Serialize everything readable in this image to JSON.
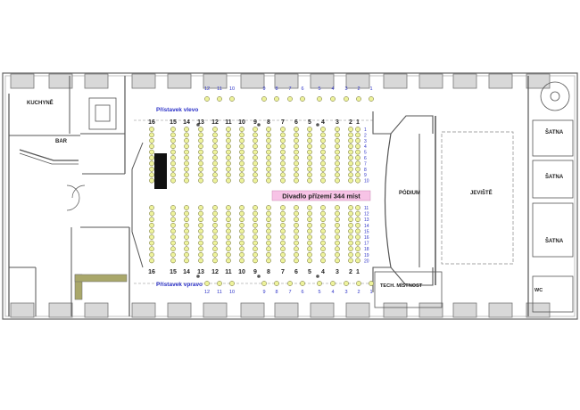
{
  "rooms": {
    "kitchen": "KUCHYNĚ",
    "bar": "BAR",
    "podium": "PÓDIUM",
    "stage": "JEVIŠTĚ",
    "cloakroom": "ŠATNA",
    "tech_room": "TECH. MÍSTNOST",
    "wc": "WC"
  },
  "auditorium_label": "Divadlo přízemí 344 míst",
  "extension_left": "Přístavek vlevo",
  "extension_right": "Přístavek vpravo",
  "column_labels": [
    "16",
    "15",
    "14",
    "13",
    "12",
    "11",
    "10",
    "9",
    "8",
    "7",
    "6",
    "5",
    "4",
    "3",
    "2",
    "1"
  ],
  "row_labels_top": [
    "1",
    "2",
    "3",
    "4",
    "5",
    "6",
    "7",
    "8",
    "9",
    "10"
  ],
  "row_labels_bottom": [
    "11",
    "12",
    "13",
    "14",
    "15",
    "16",
    "17",
    "18",
    "19",
    "20"
  ],
  "ext_left_labels_a": [
    "12",
    "11",
    "10"
  ],
  "ext_left_labels_b": [
    "9",
    "8",
    "7",
    "6"
  ],
  "ext_left_labels_c": [
    "5",
    "4",
    "3",
    "2",
    "1"
  ],
  "ext_right_labels_a": [
    "12",
    "11",
    "10"
  ],
  "ext_right_labels_b": [
    "9",
    "8",
    "7",
    "6"
  ],
  "ext_right_labels_c": [
    "5",
    "4",
    "3",
    "2",
    "1"
  ],
  "colors": {
    "seat_fill": "#eef39c",
    "seat_stroke": "#6a6a2a",
    "wall": "#cfcfcf",
    "label_box": "#f7c3e6",
    "blue_text": "#2d33c8",
    "corridor": "#a9a76a"
  }
}
